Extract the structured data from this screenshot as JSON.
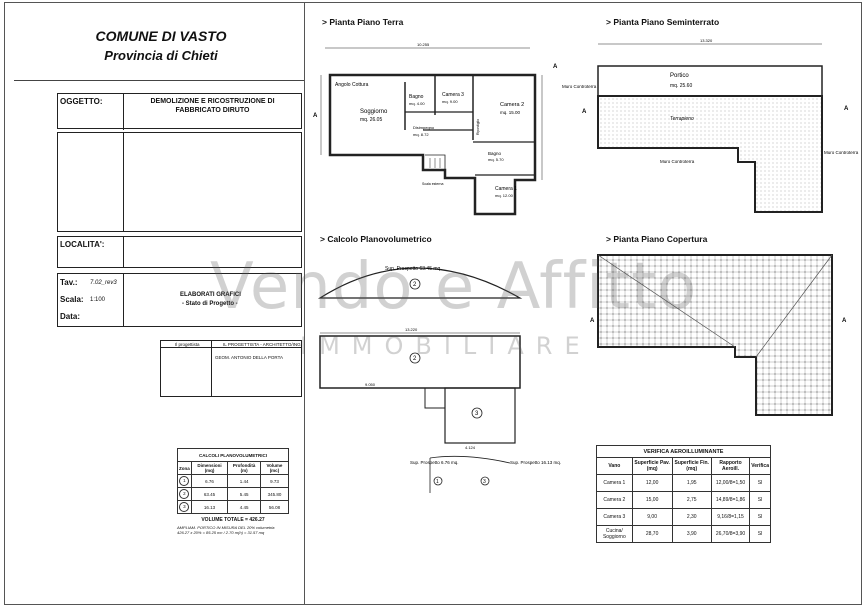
{
  "header": {
    "comune": "COMUNE DI VASTO",
    "provincia": "Provincia di Chieti"
  },
  "info": {
    "oggetto_label": "OGGETTO:",
    "oggetto_value": "DEMOLIZIONE E RICOSTRUZIONE DI FABBRICATO DIRUTO",
    "localita_label": "LOCALITA':",
    "tav_label": "Tav.:",
    "tav_value": "7.02_rev3",
    "scala_label": "Scala:",
    "scala_value": "1:100",
    "data_label": "Data:",
    "elaborati_1": "ELABORATI GRAFICI",
    "elaborati_2": "- Stato di Progetto -"
  },
  "progettista": {
    "label": "Il progettista",
    "studio": "IL PROGETTISTA - ARCHITETTO/ING.",
    "nome": "GEOM. ANTONIO DELLA PORTA"
  },
  "sections": {
    "piano_terra": "> Pianta Piano Terra",
    "seminterrato": "> Pianta Piano Seminterrato",
    "calcolo": "> Calcolo Planovolumetrico",
    "copertura": "> Pianta Piano Copertura"
  },
  "rooms": {
    "angolo": "Angolo Cottura",
    "soggiorno": "Soggiorno",
    "soggiorno_mq": "mq. 26.05",
    "bagno1": "Bagno",
    "bagno1_mq": "mq. 4.00",
    "camera3": "Camera 3",
    "camera3_mq": "mq. 9.00",
    "camera2": "Camera 2",
    "camera2_mq": "mq. 15.00",
    "disimpegno": "Disimpegno",
    "disimpegno_mq": "mq. 8.72",
    "ripost": "Ripostiglio",
    "ripost_mq": "mq. 2.30",
    "bagno2": "Bagno",
    "bagno2_mq": "mq. 5.70",
    "camera1": "Camera 1",
    "camera1_mq": "mq. 12.00",
    "scala": "Scala esterna"
  },
  "semint": {
    "portico": "Portico",
    "portico_mq": "mq. 25.60",
    "terrapieno": "Terrapieno",
    "muro1": "Muro Controterra",
    "muro2": "Muro Controterra",
    "muro3": "Muro Controterra"
  },
  "planovol": {
    "sup_top": "Sup. Prospetto 63.45 mq.",
    "sup_left": "Sup. Prospetto 6.76 mq.",
    "sup_right": "Sup. Prospetto 16.13 mq.",
    "n1": "1",
    "n2": "2",
    "n3": "3"
  },
  "dims": {
    "terra_top": "10.255",
    "semint_top": "13.320",
    "plano_width": "13.220",
    "plano_bottom": "4.124",
    "plano_mid": "9.050"
  },
  "calc_table": {
    "title": "CALCOLI PLANOVOLUMETRICI",
    "headers": [
      "Zona",
      "Dimensioni (mq)",
      "Profondità (m)",
      "Volume (mc)"
    ],
    "rows": [
      [
        "1",
        "6.76",
        "1.44",
        "9.73"
      ],
      [
        "2",
        "63.45",
        "5.45",
        "345.80"
      ],
      [
        "3",
        "16.13",
        "4.45",
        "56.08"
      ]
    ],
    "total": "VOLUME TOTALE = 426.27",
    "note_1": "AMPLIAM. PORTICO IN MISURA DEL 20% volumetria",
    "note_2": "426.27 x 20% = 85.25 mc / 2.70 m(h) = 31.57 mq"
  },
  "ver_table": {
    "title": "VERIFICA AEROILLUMINANTE",
    "headers": [
      "Vano",
      "Superficie Pav. (mq)",
      "Superficie Fin. (mq)",
      "Rapporto Aeroill.",
      "Verifica"
    ],
    "rows": [
      [
        "Camera 1",
        "12,00",
        "1,95",
        "12,00/8=1,50",
        "SI"
      ],
      [
        "Camera 2",
        "15,00",
        "2,75",
        "14,89/8=1,86",
        "SI"
      ],
      [
        "Camera 3",
        "9,00",
        "2,30",
        "9,16/8=1,15",
        "SI"
      ],
      [
        "Cucina/ Soggiorno",
        "28,70",
        "3,90",
        "26,70/8=3,90",
        "SI"
      ]
    ]
  },
  "watermark": {
    "line1": "Vendo e Affitto",
    "line2": "IMMOBILIARE"
  },
  "section_marks": {
    "a": "A"
  }
}
